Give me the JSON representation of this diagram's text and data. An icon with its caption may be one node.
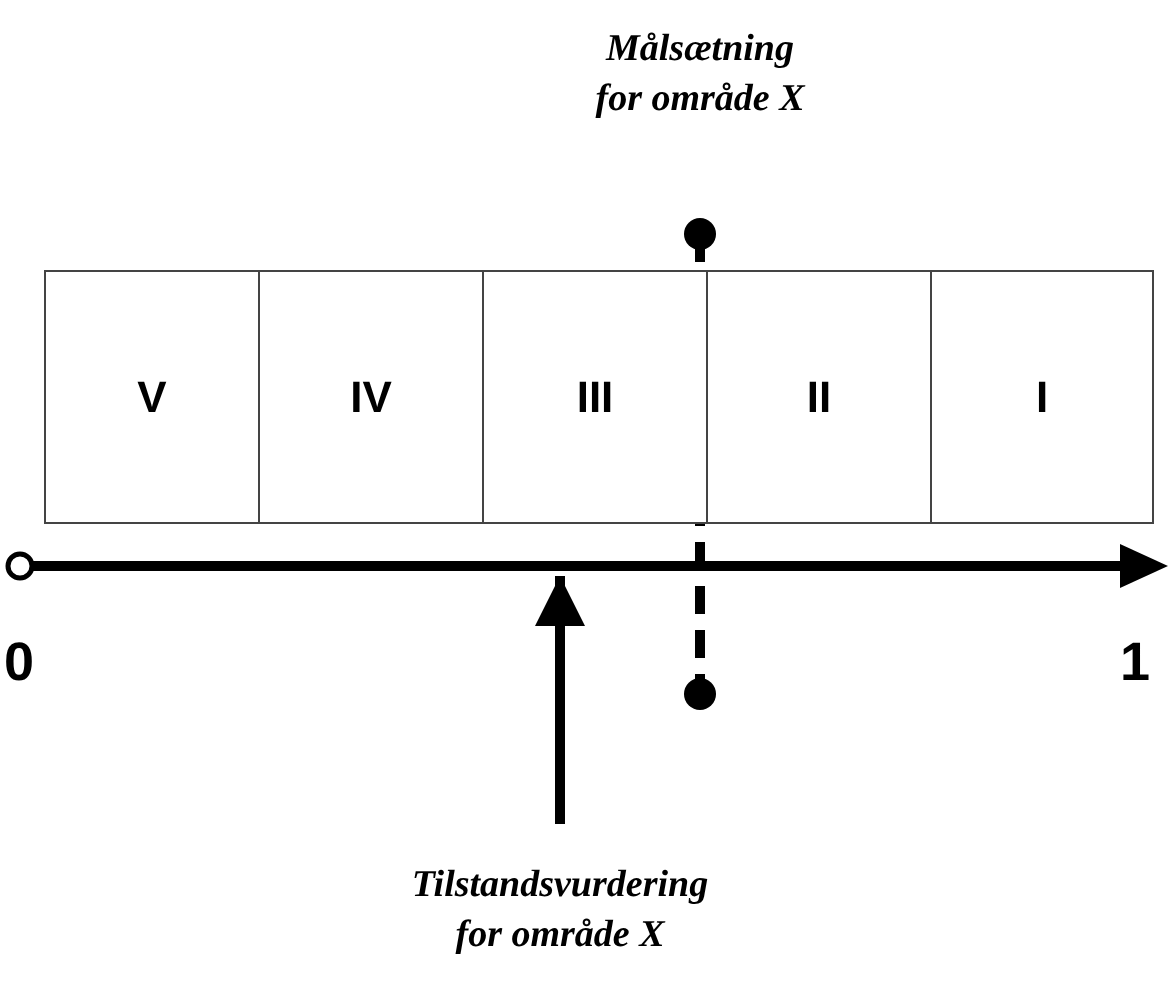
{
  "diagram": {
    "nodes": [
      {
        "text": [
          "V"
        ]
      },
      {
        "text": [
          "IV"
        ]
      },
      {
        "text": [
          "III"
        ]
      },
      {
        "text": [
          "II"
        ]
      },
      {
        "text": [
          "I"
        ]
      },
      {
        "text": [
          "Målsætning for område X"
        ]
      },
      {
        "text": [
          "Tilstandsvurdering for område X"
        ]
      },
      {
        "text": [],
        "shape": "arrow"
      }
    ],
    "edges": [
      {
        "from": 6,
        "to": 7,
        "arrow": "to"
      }
    ],
    "labels": [
      "0",
      "1"
    ]
  }
}
